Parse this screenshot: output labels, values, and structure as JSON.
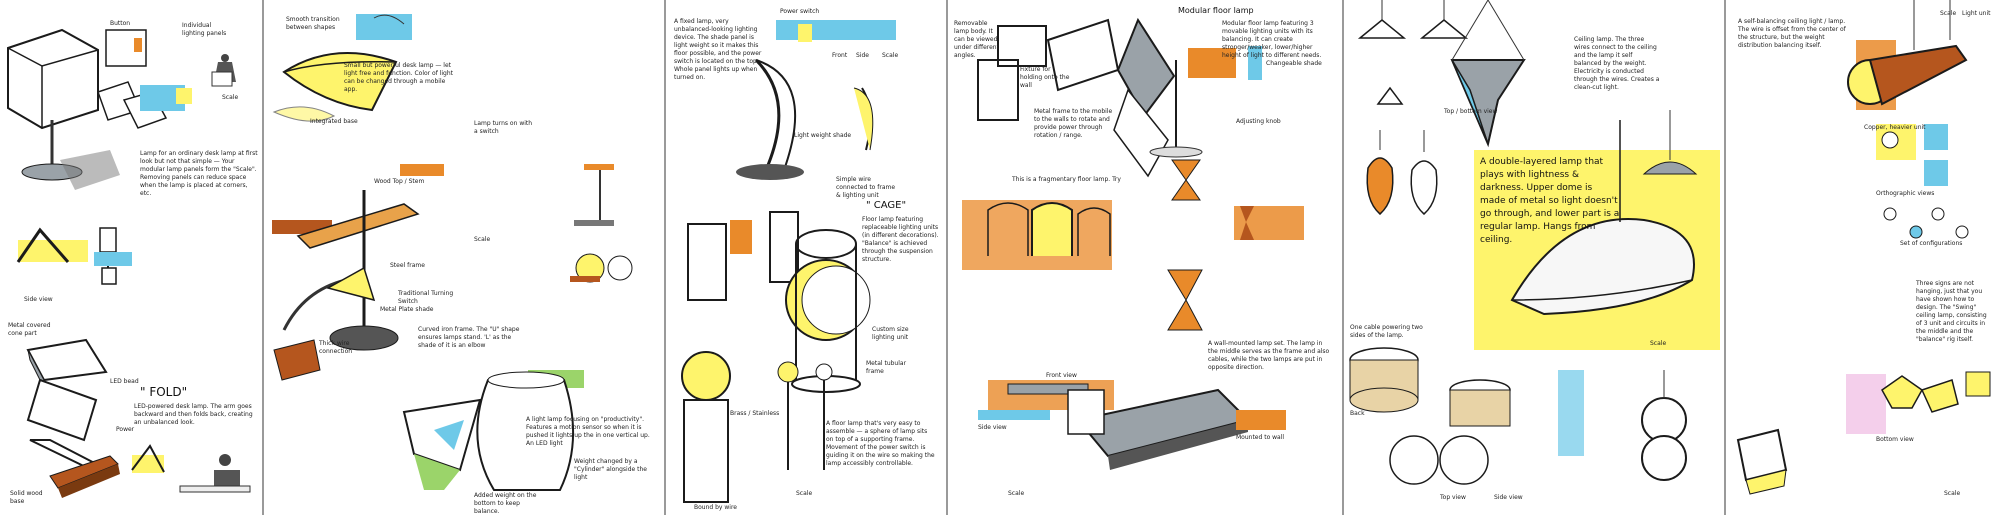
{
  "panels": [
    {
      "id": "p1",
      "labels": {
        "fold_title": "\" FOLD\"",
        "fold_desc": "LED-powered desk lamp. The arm goes backward and then folds back, creating an unbalanced look.",
        "scale": "Scale",
        "side_view": "Side view",
        "metal_cone": "Metal covered cone part",
        "led_bead": "LED bead",
        "power": "Power",
        "solid_wood": "Solid wood base",
        "desc_top": "Lamp for an ordinary desk lamp at first look but not that simple — Your modular lamp panels form the \"Scale\". Removing panels can reduce space when the lamp is placed at corners, etc.",
        "button": "Button",
        "individual": "Individual lighting panels"
      }
    },
    {
      "id": "p2",
      "labels": {
        "top_note": "Small but powerful desk lamp — let light free and function. Color of light can be changed through a mobile app.",
        "smooth": "Smooth transition between shapes",
        "integrated": "Integrated base",
        "wood": "Wood Top / Stem",
        "steel": "Steel frame",
        "traditional": "Traditional Turning Switch",
        "scale": "Scale",
        "metal_plate": "Metal Plate shade",
        "thick_wire": "Thick wire connection",
        "curved": "Curved iron frame. The \"U\" shape ensures lamps stand. 'L' as the shade of it is an elbow",
        "light_desc": "A light lamp focusing on \"productivity\". Features a motion sensor so when it is pushed it lights up the in one vertical up. An LED light",
        "added_weight": "Added weight on the bottom to keep balance.",
        "weight_change": "Weight changed by a \"Cylinder\" alongside the light",
        "lamp_turn": "Lamp turns on with a switch"
      }
    },
    {
      "id": "p3",
      "labels": {
        "fixed_desc": "A fixed lamp, very unbalanced-looking lighting device. The shade panel is light weight so it makes this floor possible, and the power switch is located on the top. Whole panel lights up when turned on.",
        "power_switch": "Power switch",
        "front": "Front",
        "side": "Side",
        "scale": "Scale",
        "light_weight": "Light weight shade",
        "simple_wire": "Simple wire connected to frame & lighting unit",
        "cage_title": "\" CAGE\"",
        "cage_desc": "Floor lamp featuring replaceable lighting units (in different decorations). \"Balance\" is achieved through the suspension structure.",
        "custom_size": "Custom size lighting unit",
        "metal_tubular": "Metal tubular frame",
        "floor_desc": "A floor lamp that's very easy to assemble — a sphere of lamp sits on top of a supporting frame. Movement of the power switch is guiding it on the wire so making the lamp accessibly controllable.",
        "scale2": "Scale",
        "brass": "Brass / Stainless",
        "bound": "Bound by wire"
      }
    },
    {
      "id": "p4",
      "labels": {
        "removable": "Removable lamp body. It can be viewed under different angles.",
        "fixture": "Fixture for holding onto the wall",
        "metal_frame": "Metal frame to the mobile to the walls to rotate and provide power through rotation / range.",
        "modular_title": "Modular floor lamp",
        "modular_desc": "Modular floor lamp featuring 3 movable lighting units with its balancing. It can create stronger/weaker, lower/higher height of light to different needs.",
        "changeable": "Changeable shade",
        "adjusting": "Adjusting knob",
        "wall_desc": "A wall-mounted lamp set. The lamp in the middle serves as the frame and also cables, while the two lamps are put in opposite direction.",
        "side_view": "Side view",
        "front_view": "Front view",
        "mounted": "Mounted to wall",
        "scale": "Scale",
        "fragments": "This is a fragmentary floor lamp. Try"
      }
    },
    {
      "id": "p5",
      "labels": {
        "ceiling_desc": "Ceiling lamp. The three wires connect to the ceiling and the lamp it self balanced by the weight. Electricity is conducted through the wires. Creates a clean-cut light.",
        "top_bottom": "Top / bottom view",
        "main_text": "A double-layered lamp that plays with lightness & darkness. Upper dome is made of metal so light doesn't go through, and lower part is a regular lamp. Hangs from ceiling.",
        "scale": "Scale",
        "one_cable": "One cable powering two sides of the lamp.",
        "top_view": "Top view",
        "side_view": "Side view",
        "back": "Back"
      }
    },
    {
      "id": "p6",
      "labels": {
        "self_bal": "A self-balancing ceiling light / lamp. The wire is offset from the center of the structure, but the weight distribution balancing itself.",
        "scale": "Scale",
        "light_unit": "Light unit",
        "copper": "Copper, heavier unit",
        "ortho": "Orthographic views",
        "set_config": "Set of configurations",
        "three_desc": "Three signs are not hanging, just that you have shown how to design. The \"Swing\" ceiling lamp, consisting of 3 unit and circuits in the middle and the \"balance\" rig itself.",
        "bottom_view": "Bottom view",
        "scale2": "Scale"
      }
    }
  ],
  "colors": {
    "yellow": "#fef46c",
    "blue": "#6ec9e8",
    "orange": "#e98a2a",
    "brown": "#b5561e",
    "grey": "#9aa2a8",
    "green": "#9bd46a",
    "ink": "#1b1b1b"
  }
}
